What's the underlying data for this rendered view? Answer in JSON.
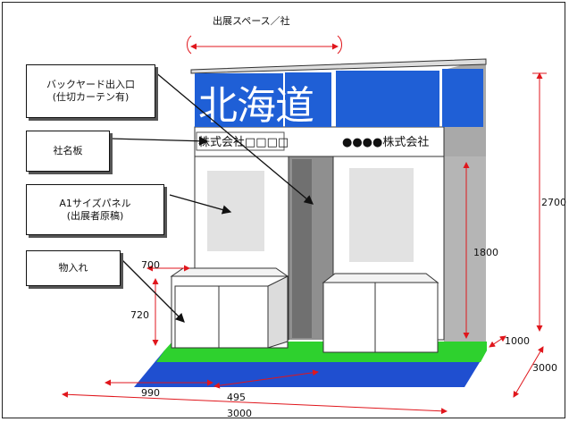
{
  "title": "出展スペース／社",
  "callouts": {
    "backyard_line1": "バックヤード出入口",
    "backyard_line2": "(仕切カーテン有)",
    "nameplate": "社名板",
    "panel_line1": "A1サイズパネル",
    "panel_line2": "(出展者原稿)",
    "storage": "物入れ"
  },
  "signage": {
    "region_name": "北海道",
    "company_left": "株式会社□□□□",
    "company_right": "●●●●株式会社"
  },
  "dimensions": {
    "height_total": "2700",
    "height_partition": "1800",
    "cabinet_depth": "700",
    "cabinet_height": "720",
    "floor_depth": "1000",
    "space_depth": "3000",
    "width_cabinet": "990",
    "width_gap": "495",
    "width_total": "3000"
  },
  "colors": {
    "sign_blue": "#1f5fd6",
    "floor_blue": "#1f4fd0",
    "floor_green": "#2ed12e",
    "wall_gray": "#a9a9a9",
    "dimension_red": "#e0161c"
  }
}
